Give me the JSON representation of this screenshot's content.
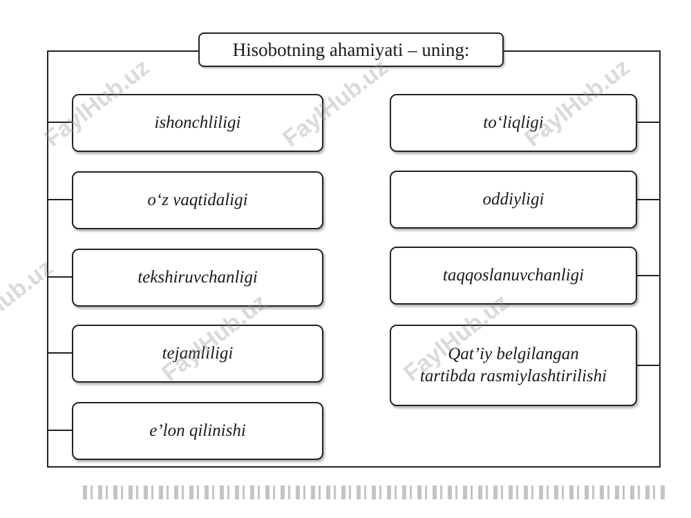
{
  "title": "Hisobotning ahamiyati – uning:",
  "left_items": [
    "ishonchliligi",
    "o‘z vaqtidaligi",
    "tekshiruvchanligi",
    "tejamliligi",
    "e’lon qilinishi"
  ],
  "right_items": [
    "to‘liqligi",
    "oddiyligi",
    "taqqoslanuvchanligi",
    "Qat’iy belgilangan tartibda rasmiylashtirilishi"
  ],
  "watermark": "FaylHub.uz"
}
